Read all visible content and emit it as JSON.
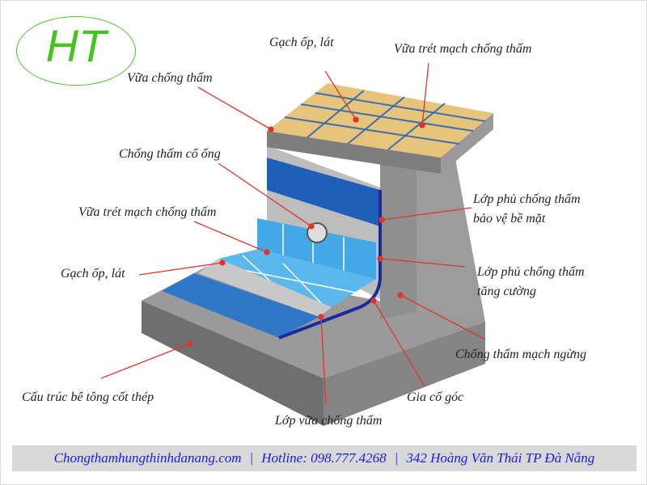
{
  "logo": {
    "text": "HT",
    "color": "#44c41e"
  },
  "labels": {
    "tile_top": "Gạch ốp, lát",
    "grout_top": "Vữa trét mạch chống thấm",
    "mortar_top": "Vữa chống thấm",
    "pipe_collar": "Chống thấm cổ ống",
    "surface_coat_1": "Lớp phủ chống thấm",
    "surface_coat_2": "bảo vệ bề mặt",
    "grout_wall": "Vữa trét mạch chống thấm",
    "reinforce_coat_1": "Lớp phủ chống thấm",
    "reinforce_coat_2": "tăng cường",
    "tile_floor": "Gạch ốp, lát",
    "joint": "Chống thấm mạch ngừng",
    "concrete": "Cấu trúc bê tông cốt thép",
    "corner": "Gia cố góc",
    "mortar_layer": "Lớp vữa chống thấm"
  },
  "footer": {
    "website": "Chongthamhungthinhdanang.com",
    "sep": "|",
    "hotline": "Hotline: 098.777.4268",
    "address": "342 Hoàng Văn Thái TP Đà Nẵng"
  },
  "colors": {
    "leader": "#e0352b",
    "tile_blue": "#3fa9e8",
    "membrane": "#1c2a9c",
    "concrete": "#8a8a8a",
    "footer_text": "#1a1aee"
  }
}
